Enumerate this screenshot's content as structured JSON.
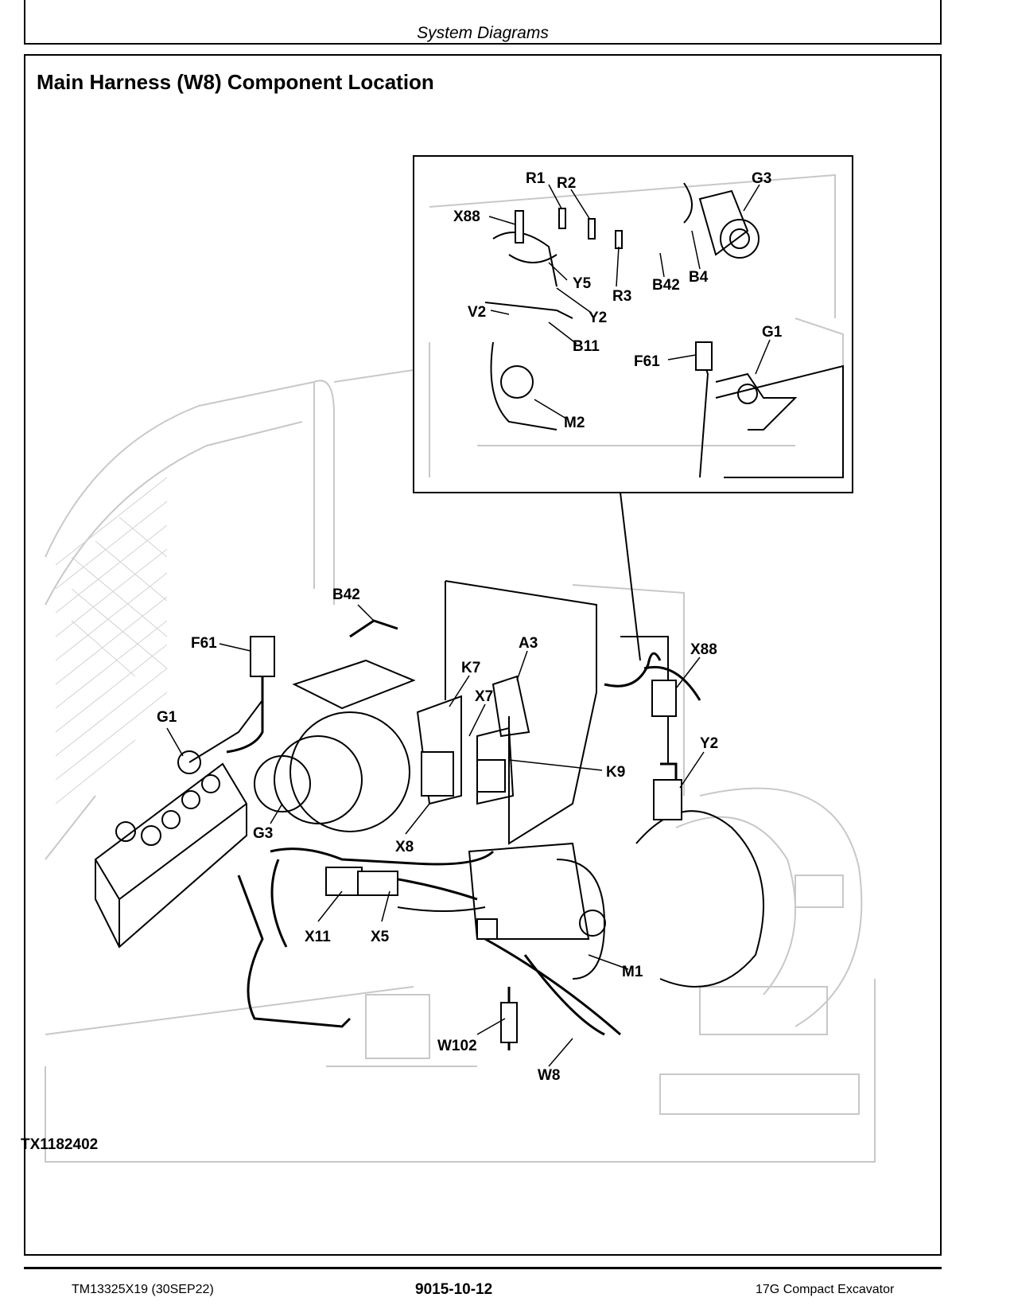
{
  "header": {
    "section": "System Diagrams"
  },
  "title": "Main Harness (W8) Component Location",
  "figure_id": "TX1182402",
  "inset_labels": [
    "R1",
    "R2",
    "G3",
    "X88",
    "Y5",
    "R3",
    "B42",
    "B4",
    "V2",
    "Y2",
    "B11",
    "G1",
    "F61",
    "M2"
  ],
  "main_labels": [
    "B42",
    "A3",
    "F61",
    "X88",
    "K7",
    "X7",
    "G1",
    "Y2",
    "K9",
    "G3",
    "X8",
    "X11",
    "X5",
    "M1",
    "W102",
    "W8"
  ],
  "footer": {
    "doc": "TM13325X19 (30SEP22)",
    "page": "9015-10-12",
    "model": "17G Compact Excavator"
  }
}
